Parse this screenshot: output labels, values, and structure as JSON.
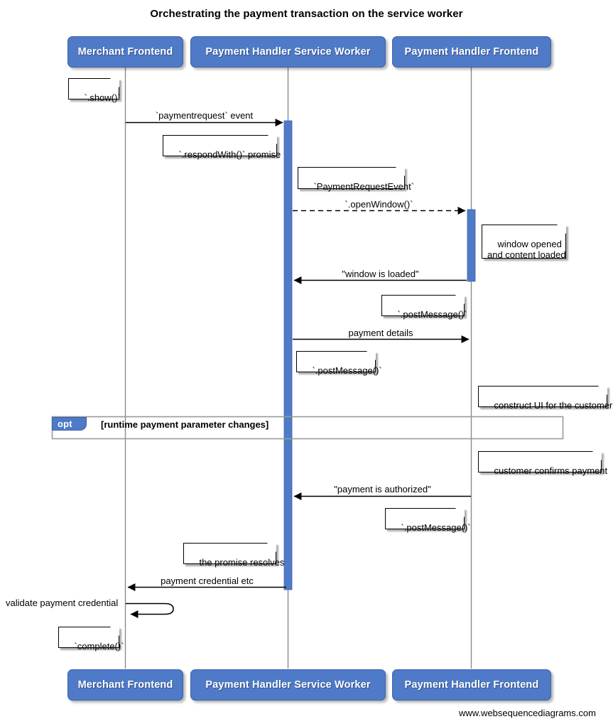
{
  "title": "Orchestrating the payment transaction on the service worker",
  "footer": "www.websequencediagrams.com",
  "participants": [
    {
      "id": "merchant",
      "label": "Merchant Frontend"
    },
    {
      "id": "sw",
      "label": "Payment Handler Service Worker"
    },
    {
      "id": "phf",
      "label": "Payment Handler Frontend"
    }
  ],
  "participants_bottom": [
    {
      "id": "merchant",
      "label": "Merchant Frontend"
    },
    {
      "id": "sw",
      "label": "Payment Handler Service Worker"
    },
    {
      "id": "phf",
      "label": "Payment Handler Frontend"
    }
  ],
  "messages": [
    {
      "id": "m1",
      "label": "`paymentrequest` event",
      "from": "merchant",
      "to": "sw",
      "style": "solid"
    },
    {
      "id": "m2",
      "label": "`.openWindow()`",
      "from": "sw",
      "to": "phf",
      "style": "dashed"
    },
    {
      "id": "m3",
      "label": "\"window is loaded\"",
      "from": "phf",
      "to": "sw",
      "style": "solid"
    },
    {
      "id": "m4",
      "label": "payment details",
      "from": "sw",
      "to": "phf",
      "style": "solid"
    },
    {
      "id": "m5",
      "label": "\"payment is authorized\"",
      "from": "phf",
      "to": "sw",
      "style": "solid"
    },
    {
      "id": "m6",
      "label": "payment credential etc",
      "from": "sw",
      "to": "merchant",
      "style": "solid"
    },
    {
      "id": "m7",
      "label": "validate payment credential",
      "from": "merchant",
      "to": "merchant",
      "style": "self"
    }
  ],
  "notes": [
    {
      "id": "n1",
      "text": "`.show()`"
    },
    {
      "id": "n2",
      "text": "`.respondWith()` promise"
    },
    {
      "id": "n3",
      "text": "`PaymentRequestEvent`"
    },
    {
      "id": "n4",
      "text": "window opened\nand content loaded"
    },
    {
      "id": "n5",
      "text": "`.postMessage()`"
    },
    {
      "id": "n6",
      "text": "`.postMessage()`"
    },
    {
      "id": "n7",
      "text": "construct UI for the customer"
    },
    {
      "id": "n8",
      "text": "customer confirms payment"
    },
    {
      "id": "n9",
      "text": "`.postMessage()`"
    },
    {
      "id": "n10",
      "text": "the promise resolves"
    },
    {
      "id": "n11",
      "text": "`complete()`"
    }
  ],
  "fragment": {
    "kind": "opt",
    "condition": "[runtime payment parameter changes]"
  },
  "colors": {
    "participant_fill": "#4f7ac8",
    "participant_stroke": "#3c62a8",
    "activation_fill": "#4f7ac8",
    "lifeline": "#808080",
    "note_fill": "#ffffff",
    "text": "#000000"
  }
}
